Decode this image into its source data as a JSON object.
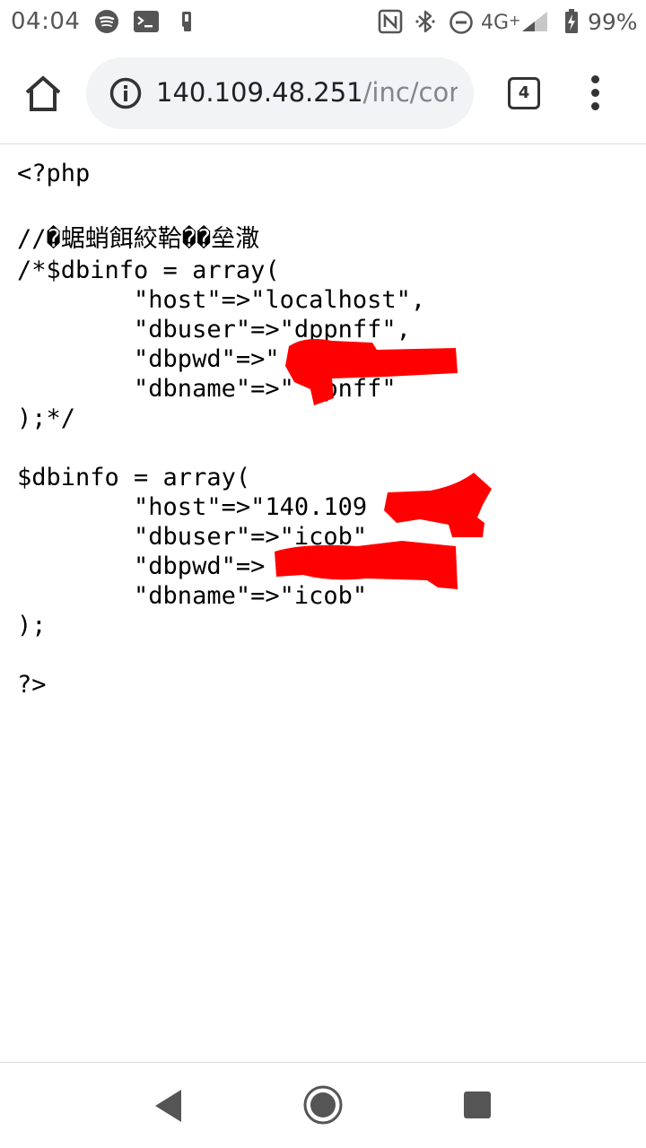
{
  "status_bar": {
    "time": "04:04",
    "network": "4G",
    "network_plus": "+",
    "battery": "99%",
    "icons": [
      "spotify-icon",
      "terminal-icon",
      "phone-sync-icon",
      "nfc-icon",
      "bluetooth-icon",
      "do-not-disturb-icon",
      "signal-icon",
      "battery-charging-icon"
    ]
  },
  "browser": {
    "url_host": "140.109.48.251",
    "url_path": "/inc/cor",
    "tab_count": "4",
    "icons": [
      "home-icon",
      "info-icon",
      "more-vert-icon"
    ]
  },
  "code": {
    "lines": [
      "<?php",
      "",
      "//�蜛蛸餌絞鞈��垒潵",
      "/*$dbinfo = array(",
      "        \"host\"=>\"localhost\",",
      "        \"dbuser\"=>\"dppnff\",",
      "        \"dbpwd\"=>\"",
      "        \"dbname\"=>\"  pnff\"",
      ");*/",
      "",
      "$dbinfo = array(",
      "        \"host\"=>\"140.109      ,",
      "        \"dbuser\"=>\"icob\"",
      "        \"dbpwd\"=>",
      "        \"dbname\"=>\"icob\"",
      ");",
      "",
      "?>"
    ],
    "redaction_color": "#ff0000"
  },
  "nav_bar": {
    "icons": [
      "back-icon",
      "home-circle-icon",
      "recents-icon"
    ]
  }
}
